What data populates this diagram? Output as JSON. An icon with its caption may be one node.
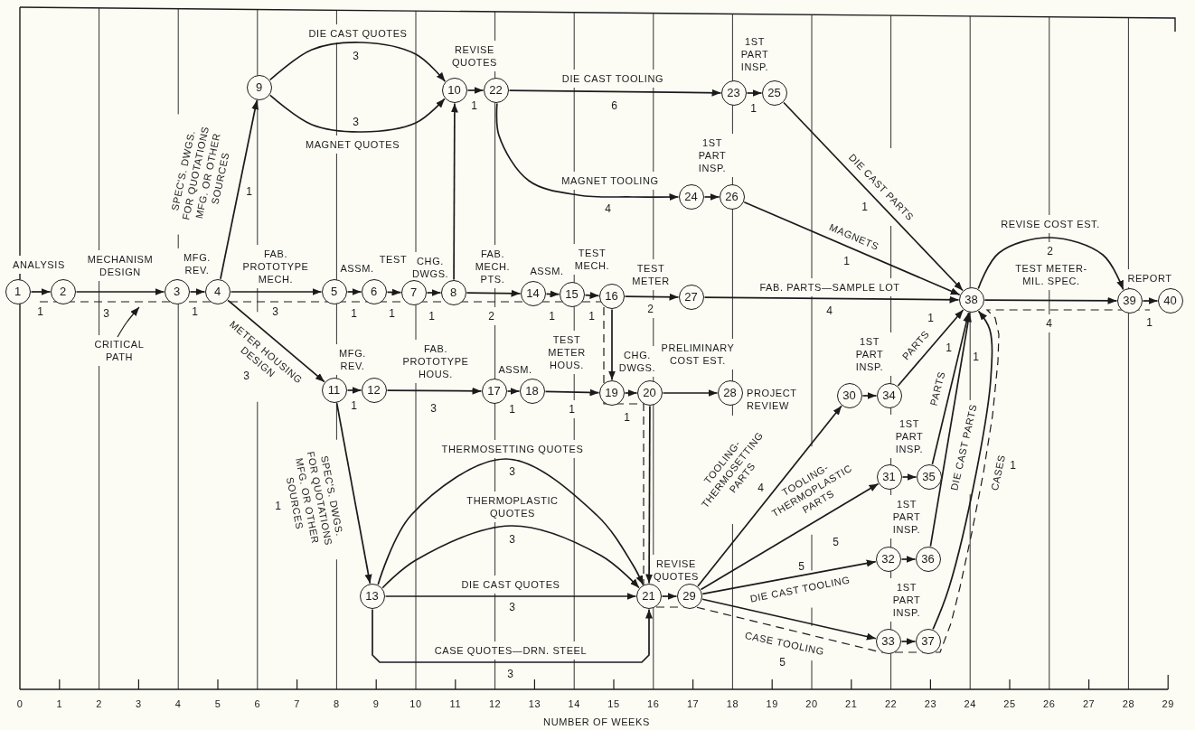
{
  "diagram": {
    "nodes": [
      {
        "text": [
          "1"
        ]
      },
      {
        "text": [
          "2"
        ]
      },
      {
        "text": [
          "3"
        ]
      },
      {
        "text": [
          "4"
        ]
      },
      {
        "text": [
          "5"
        ]
      },
      {
        "text": [
          "6"
        ]
      },
      {
        "text": [
          "7"
        ]
      },
      {
        "text": [
          "8"
        ]
      },
      {
        "text": [
          "9"
        ]
      },
      {
        "text": [
          "10"
        ]
      },
      {
        "text": [
          "11"
        ]
      },
      {
        "text": [
          "12"
        ]
      },
      {
        "text": [
          "13"
        ]
      },
      {
        "text": [
          "14"
        ]
      },
      {
        "text": [
          "15"
        ]
      },
      {
        "text": [
          "16"
        ]
      },
      {
        "text": [
          "17"
        ]
      },
      {
        "text": [
          "18"
        ]
      },
      {
        "text": [
          "19"
        ]
      },
      {
        "text": [
          "20"
        ]
      },
      {
        "text": [
          "21"
        ]
      },
      {
        "text": [
          "22"
        ]
      },
      {
        "text": [
          "23"
        ]
      },
      {
        "text": [
          "24"
        ]
      },
      {
        "text": [
          "25"
        ]
      },
      {
        "text": [
          "26"
        ]
      },
      {
        "text": [
          "27"
        ]
      },
      {
        "text": [
          "28"
        ],
        "beside": [
          "PROJECT REVIEW"
        ]
      },
      {
        "text": [
          "29"
        ]
      },
      {
        "text": [
          "30"
        ]
      },
      {
        "text": [
          "31"
        ]
      },
      {
        "text": [
          "32"
        ]
      },
      {
        "text": [
          "33"
        ]
      },
      {
        "text": [
          "34"
        ]
      },
      {
        "text": [
          "35"
        ]
      },
      {
        "text": [
          "36"
        ]
      },
      {
        "text": [
          "37"
        ]
      },
      {
        "text": [
          "38"
        ]
      },
      {
        "text": [
          "39"
        ]
      },
      {
        "text": [
          "40"
        ]
      },
      {
        "text": [
          "CRITICAL PATH"
        ]
      }
    ],
    "edges": [
      {
        "from": 0,
        "to": 1,
        "arrow": "to",
        "label": "ANALYSIS"
      },
      {
        "from": 1,
        "to": 2,
        "arrow": "to",
        "label": "MECHANISM DESIGN"
      },
      {
        "from": 2,
        "to": 3,
        "arrow": "to",
        "label": "MFG. REV."
      },
      {
        "from": 3,
        "to": 8,
        "arrow": "to",
        "label": "SPEC'S. DWGS. FOR QUOTATIONS MFG. OR OTHER SOURCES"
      },
      {
        "from": 3,
        "to": 4,
        "arrow": "to",
        "label": "FAB. PROTOTYPE MECH."
      },
      {
        "from": 3,
        "to": 10,
        "arrow": "to",
        "label": "METER HOUSING DESIGN"
      },
      {
        "from": 8,
        "to": 9,
        "arrow": "to",
        "label": "DIE CAST QUOTES"
      },
      {
        "from": 8,
        "to": 9,
        "arrow": "to",
        "label": "MAGNET QUOTES"
      },
      {
        "from": 4,
        "to": 5,
        "arrow": "to",
        "label": "ASSM."
      },
      {
        "from": 5,
        "to": 6,
        "arrow": "to",
        "label": "TEST"
      },
      {
        "from": 6,
        "to": 7,
        "arrow": "to",
        "label": "CHG. DWGS."
      },
      {
        "from": 7,
        "to": 9,
        "arrow": "to"
      },
      {
        "from": 7,
        "to": 13,
        "arrow": "to",
        "label": "FAB. MECH. PTS."
      },
      {
        "from": 9,
        "to": 21,
        "arrow": "to",
        "label": "REVISE QUOTES"
      },
      {
        "from": 21,
        "to": 22,
        "arrow": "to",
        "label": "DIE CAST TOOLING"
      },
      {
        "from": 21,
        "to": 23,
        "arrow": "to",
        "label": "MAGNET TOOLING"
      },
      {
        "from": 22,
        "to": 24,
        "arrow": "to",
        "label": "1ST PART INSP."
      },
      {
        "from": 23,
        "to": 25,
        "arrow": "to",
        "label": "1ST PART INSP."
      },
      {
        "from": 13,
        "to": 14,
        "arrow": "to",
        "label": "ASSM."
      },
      {
        "from": 14,
        "to": 15,
        "arrow": "to",
        "label": "TEST MECH."
      },
      {
        "from": 15,
        "to": 26,
        "arrow": "to",
        "label": "TEST METER"
      },
      {
        "from": 15,
        "to": 18,
        "arrow": "to"
      },
      {
        "from": 10,
        "to": 11,
        "arrow": "to",
        "label": "MFG. REV."
      },
      {
        "from": 11,
        "to": 16,
        "arrow": "to",
        "label": "FAB. PROTOTYPE HOUS."
      },
      {
        "from": 16,
        "to": 17,
        "arrow": "to",
        "label": "ASSM."
      },
      {
        "from": 17,
        "to": 18,
        "arrow": "to",
        "label": "TEST METER HOUS."
      },
      {
        "from": 18,
        "to": 19,
        "arrow": "to",
        "label": "CHG. DWGS."
      },
      {
        "from": 19,
        "to": 27,
        "arrow": "to",
        "label": "PRELIMINARY COST EST."
      },
      {
        "from": 19,
        "to": 20,
        "arrow": "to"
      },
      {
        "from": 10,
        "to": 12,
        "arrow": "to",
        "label": "SPEC'S. DWGS. FOR QUOTATIONS MFG. OR OTHER SOURCES"
      },
      {
        "from": 12,
        "to": 20,
        "arrow": "to",
        "label": "THERMOSETTING QUOTES"
      },
      {
        "from": 12,
        "to": 20,
        "arrow": "to",
        "label": "THERMOPLASTIC QUOTES"
      },
      {
        "from": 12,
        "to": 20,
        "arrow": "to",
        "label": "DIE CAST QUOTES"
      },
      {
        "from": 12,
        "to": 20,
        "arrow": "to",
        "label": "CASE QUOTES—DRN. STEEL"
      },
      {
        "from": 20,
        "to": 28,
        "arrow": "to",
        "label": "REVISE QUOTES"
      },
      {
        "from": 28,
        "to": 29,
        "arrow": "to",
        "label": "TOOLING-THERMOSETTING PARTS"
      },
      {
        "from": 28,
        "to": 30,
        "arrow": "to",
        "label": "TOOLING-THERMOPLASTIC PARTS"
      },
      {
        "from": 28,
        "to": 31,
        "arrow": "to",
        "label": "DIE CAST TOOLING"
      },
      {
        "from": 28,
        "to": 32,
        "arrow": "to",
        "label": "CASE TOOLING"
      },
      {
        "from": 29,
        "to": 33,
        "arrow": "to",
        "label": "1ST PART INSP."
      },
      {
        "from": 30,
        "to": 34,
        "arrow": "to",
        "label": "1ST PART INSP."
      },
      {
        "from": 31,
        "to": 35,
        "arrow": "to",
        "label": "1ST PART INSP."
      },
      {
        "from": 32,
        "to": 36,
        "arrow": "to",
        "label": "1ST PART INSP."
      },
      {
        "from": 33,
        "to": 37,
        "arrow": "to",
        "label": "PARTS"
      },
      {
        "from": 34,
        "to": 37,
        "arrow": "to",
        "label": "PARTS"
      },
      {
        "from": 35,
        "to": 37,
        "arrow": "to",
        "label": "DIE CAST PARTS"
      },
      {
        "from": 36,
        "to": 37,
        "arrow": "to",
        "label": "CASES"
      },
      {
        "from": 24,
        "to": 37,
        "arrow": "to",
        "label": "DIE CAST PARTS"
      },
      {
        "from": 25,
        "to": 37,
        "arrow": "to",
        "label": "MAGNETS"
      },
      {
        "from": 26,
        "to": 37,
        "arrow": "to",
        "label": "FAB. PARTS—SAMPLE LOT"
      },
      {
        "from": 37,
        "to": 38,
        "arrow": "to",
        "label": "TEST METER-MIL. SPEC."
      },
      {
        "from": 37,
        "to": 38,
        "arrow": "to",
        "label": "REVISE COST EST."
      },
      {
        "from": 38,
        "to": 39,
        "arrow": "to",
        "label": "REPORT"
      },
      {
        "from": 40,
        "to": null,
        "arrow": "to"
      }
    ],
    "labels": [
      "1",
      "3",
      "1",
      "1",
      "3",
      "3",
      "3",
      "3",
      "1",
      "1",
      "1",
      "2",
      "1",
      "6",
      "4",
      "1",
      "1",
      "1",
      "2",
      "1",
      "3",
      "1",
      "1",
      "1",
      "1",
      "3",
      "3",
      "3",
      "3",
      "4",
      "5",
      "5",
      "5",
      "1",
      "1",
      "1",
      "1",
      "1",
      "1",
      "4",
      "4",
      "2",
      "1",
      "0",
      "1",
      "2",
      "3",
      "4",
      "5",
      "6",
      "7",
      "8",
      "9",
      "10",
      "11",
      "12",
      "13",
      "14",
      "15",
      "16",
      "17",
      "18",
      "19",
      "20",
      "21",
      "22",
      "23",
      "24",
      "25",
      "26",
      "27",
      "28",
      "29",
      "NUMBER OF WEEKS"
    ]
  }
}
